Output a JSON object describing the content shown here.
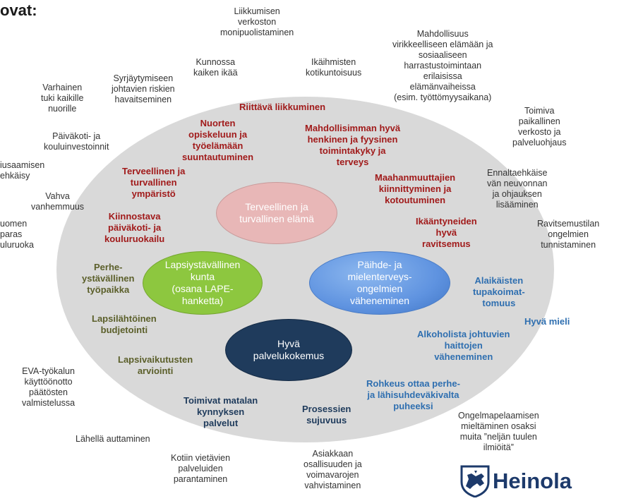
{
  "title": "ovat:",
  "outer_labels": {
    "liikkumisen": "Liikkumisen\nverkoston\nmonipuolistaminen",
    "mahdollisuus": "Mahdollisuus\nvirikkeelliseen elämään ja\nsosiaaliseen\nharrastustoimintaan\nerilaisissa\nelämänvaiheissa\n(esim. työttömyysaikana)",
    "kunnossa": "Kunnossa\nkaiken ikää",
    "ikaihmisten": "Ikäihmisten\nkotikuntoisuus",
    "syrjaytyminen": "Syrjäytymiseen\njohtavien riskien\nhavaitseminen",
    "varhainen": "Varhainen\ntuki kaikille\nnuorille",
    "toimiva": "Toimiva\npaikallinen\nverkosto ja\npalveluohjaus",
    "paivakoti": "Päiväkoti- ja\nkouluinvestoinnit",
    "iusaamisen": "iusaamisen\nehkäisy",
    "ennaltaehkaise": "Ennaltaehkäise\nvän neuvonnan\nja ohjauksen\nlisääminen",
    "vahva": "Vahva\nvanhemmuus",
    "suomen": "uomen\nparas\nuluruoka",
    "ravitsemus": "Ravitsemustilan\nongelmien\ntunnistaminen",
    "eva": "EVA-työkalun\nkäyttöönotto\npäätösten\nvalmistelussa",
    "ongelmapelaaminen": "Ongelmapelaamisen\nmieltäminen osaksi\nmuita ”neljän tuulen\nilmiöitä”",
    "lahella": "Lähellä auttaminen",
    "kotiin": "Kotiin vietävien\npalveluiden\nparantaminen",
    "asiakkaan": "Asiakkaan\nosallisuuden ja\nvoimavarojen\nvahvistaminen"
  },
  "red_labels": {
    "riittava": "Riittävä liikkuminen",
    "nuorten": "Nuorten\nopiskeluun ja\ntyöelämään\nsuuntautuminen",
    "mahdollisimman": "Mahdollisimman hyvä\nhenkinen ja fyysinen\ntoimintakyky ja\nterveys",
    "terveellinen": "Terveellinen ja\nturvallinen\nympäristö",
    "maahanmuuttajien": "Maahanmuuttajien\nkiinnittyminen ja\nkotoutuminen",
    "kiinnostava": "Kiinnostava\npäiväkoti- ja\nkouluruokailu",
    "ikaantyneiden": "Ikääntyneiden\nhyvä\nravitsemus"
  },
  "green_labels": {
    "perhe": "Perhe-\nystävällinen\ntyöpaikka",
    "lapsilahtoinen": "Lapsilähtöinen\nbudjetointi",
    "lapsivaikutusten": "Lapsivaikutusten\narviointi"
  },
  "blue_labels": {
    "alaikaisten": "Alaikäisten\ntupakoimat-\ntomuus",
    "hyva_mieli": "Hyvä mieli",
    "alkoholista": "Alkoholista johtuvien\nhaittojen\nväheneminen",
    "rohkeus": "Rohkeus ottaa perhe-\nja lähisuhdeväkivalta\npuheeksi"
  },
  "navy_labels": {
    "toimivat": "Toimivat matalan\nkynnyksen\npalvelut",
    "prosessien": "Prosessien\nsujuvuus"
  },
  "ovals": {
    "terveellinen_elama": "Terveellinen ja\nturvallinen elämä",
    "lapsiystavallinen": "Lapsiystävällinen\nkunta\n(osana LAPE-\nhanketta)",
    "paihde": "Päihde- ja\nmielenterveys-\nongelmien\nväheneminen",
    "palvelukokemus": "Hyvä\npalvelukokemus"
  },
  "logo": {
    "name": "Heinola",
    "icon": "heinola-coat-of-arms-icon",
    "color": "#1d3a6b"
  },
  "colors": {
    "red": "#a11b1b",
    "green": "#5b5f2a",
    "blue": "#2f6fb0",
    "navy": "#1f3b5c"
  }
}
